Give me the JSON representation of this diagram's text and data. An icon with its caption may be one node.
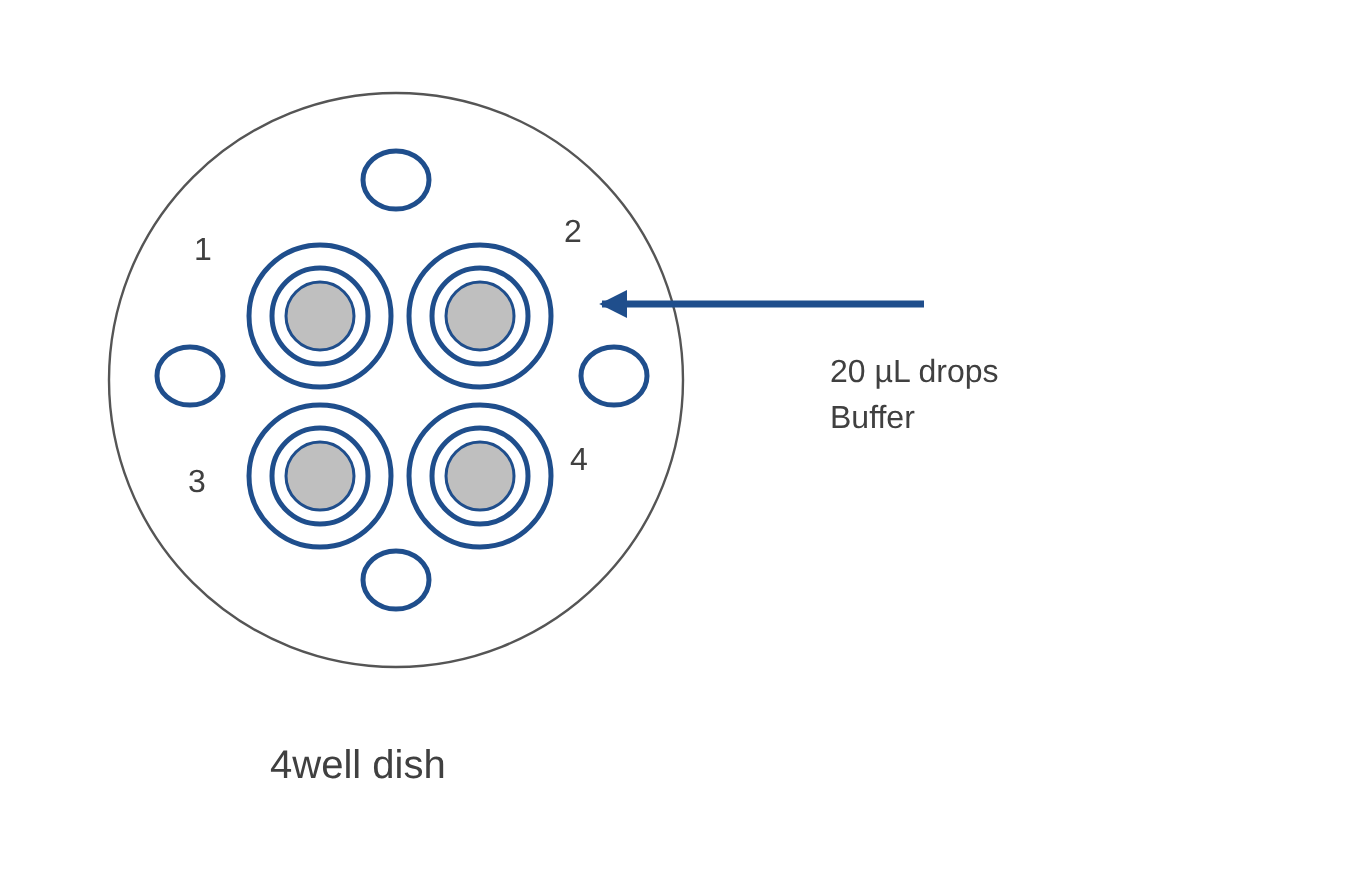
{
  "diagram": {
    "caption": "4well dish",
    "nodes": [
      {
        "text": [],
        "shape": "circle"
      },
      {
        "text": [],
        "shape": "circle",
        "in": 0
      },
      {
        "text": [],
        "shape": "ring",
        "in": 0
      },
      {
        "text": [],
        "shape": "ring",
        "in": 0
      },
      {
        "text": [],
        "shape": "circle",
        "in": 0
      },
      {
        "text": [],
        "shape": "circle",
        "in": 0
      },
      {
        "text": [],
        "shape": "ring",
        "in": 0
      },
      {
        "text": [],
        "shape": "ring",
        "in": 0
      },
      {
        "text": [],
        "shape": "circle",
        "in": 0
      }
    ],
    "edges": [
      {
        "from": null,
        "to": 3,
        "arrow": "to"
      }
    ],
    "labels": [
      "1",
      "2",
      "3",
      "4",
      "20 µL drops",
      "Buffer"
    ]
  }
}
